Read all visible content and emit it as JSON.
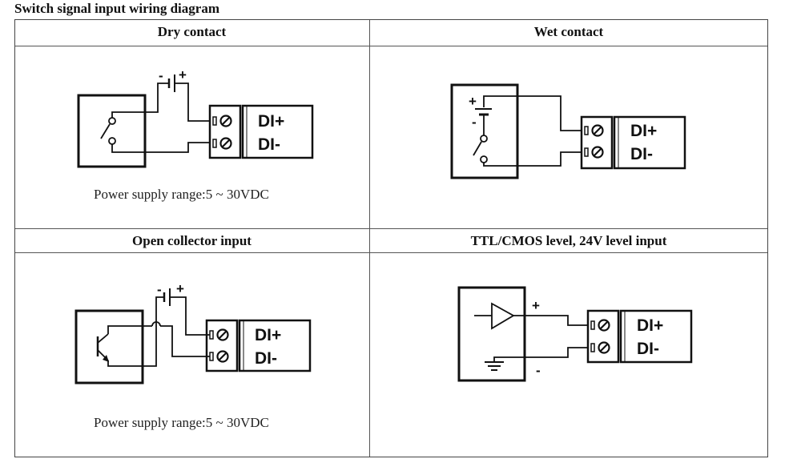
{
  "title": "Switch signal input wiring diagram",
  "cells": [
    {
      "header": "Dry contact",
      "note": "Power supply range:5 ~ 30VDC",
      "terminals": [
        "DI+",
        "DI-"
      ],
      "battery_signs": [
        "-",
        "+"
      ]
    },
    {
      "header": "Wet contact",
      "terminals": [
        "DI+",
        "DI-"
      ],
      "battery_signs": [
        "+",
        "-"
      ]
    },
    {
      "header": "Open collector input",
      "note": "Power supply range:5 ~ 30VDC",
      "terminals": [
        "DI+",
        "DI-"
      ],
      "battery_signs": [
        "-",
        "+"
      ]
    },
    {
      "header": "TTL/CMOS level, 24V level input",
      "terminals": [
        "DI+",
        "DI-"
      ],
      "output_signs": [
        "+",
        "-"
      ]
    }
  ]
}
